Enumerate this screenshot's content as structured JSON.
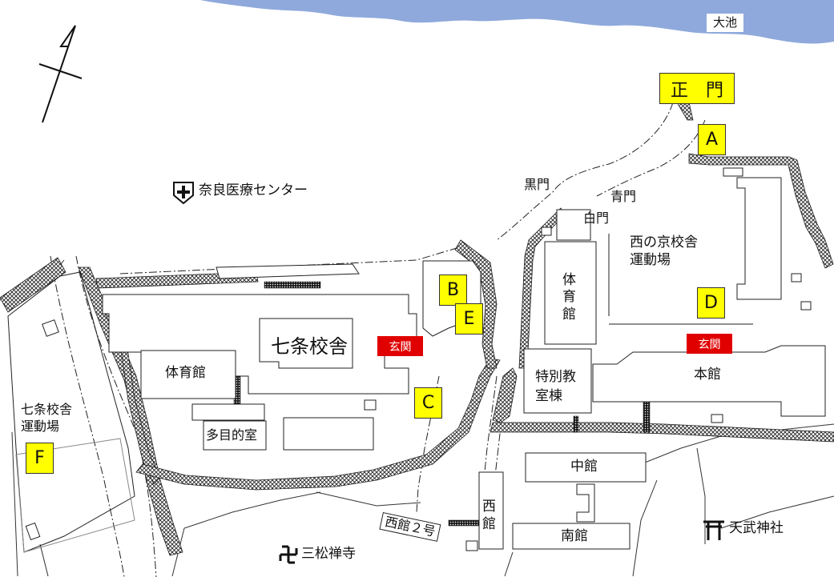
{
  "water": {
    "label": "大池",
    "color": "#8fa9dc"
  },
  "gate_main": {
    "label": "正　門"
  },
  "markers": {
    "A": "A",
    "B": "B",
    "C": "C",
    "D": "D",
    "E": "E",
    "F": "F"
  },
  "entrances": {
    "left": "玄関",
    "right": "玄関"
  },
  "gates": {
    "black": "黒門",
    "blue": "青門",
    "white": "白門"
  },
  "buildings": {
    "nishinokyo": "西の京校舎\n運動場",
    "gym_right": "体\n育\n館",
    "shichijo": "七条校舎",
    "gym_left": "体育館",
    "multipurpose": "多目的室",
    "special_1": "特別教",
    "special_2": "室棟",
    "main": "本館",
    "middle": "中館",
    "south": "南館",
    "west": "西\n館",
    "west2": "西館２号"
  },
  "landmarks": {
    "hospital": "奈良医療センター",
    "temple": "三松禅寺",
    "shrine": "天武神社",
    "field_left": "七条校舎\n運動場"
  },
  "colors": {
    "yellow": "#ffff00",
    "red": "#e00000",
    "hatch": "#333333"
  },
  "icons": {
    "north": "north-arrow-icon",
    "hospital": "hospital-cross-icon",
    "temple": "manji-temple-icon",
    "shrine": "torii-icon"
  }
}
